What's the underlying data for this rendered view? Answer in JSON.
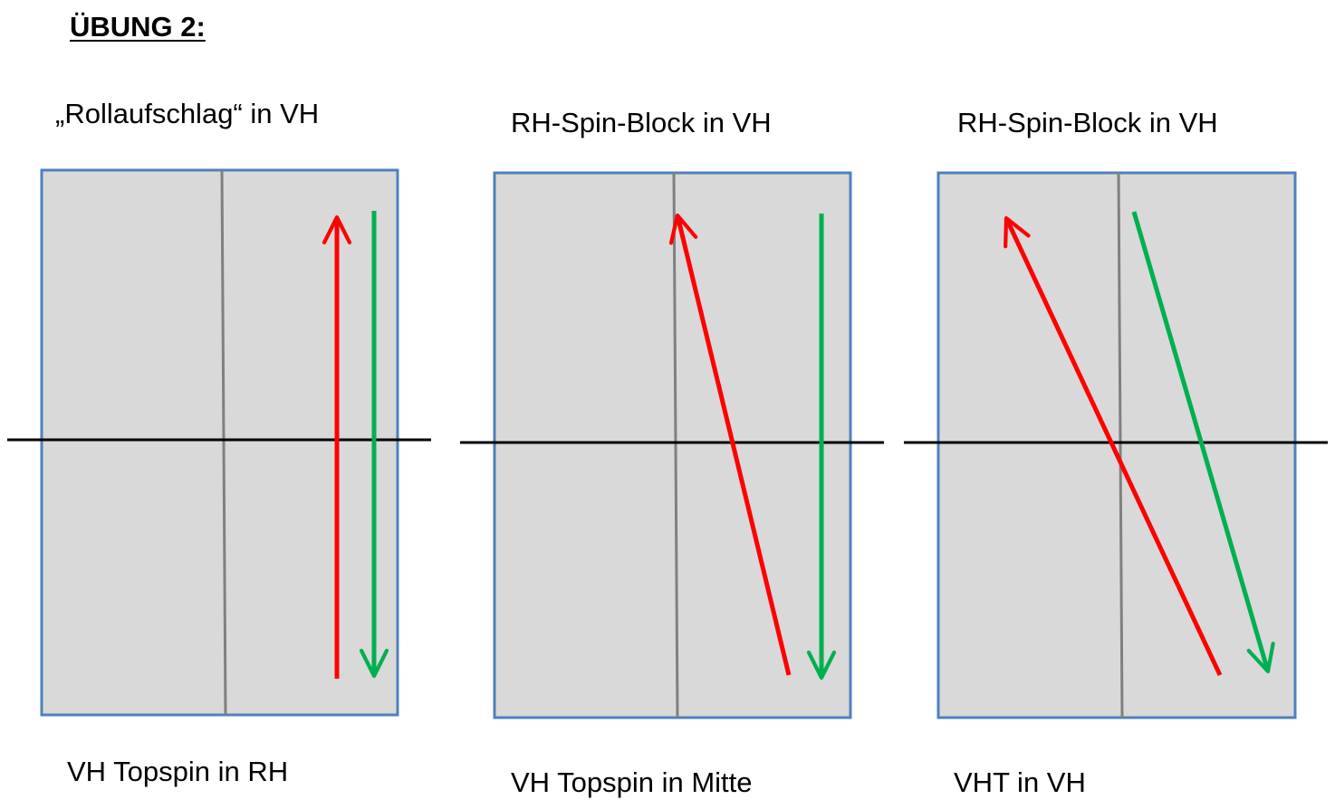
{
  "heading": "ÜBUNG 2:",
  "colors": {
    "table_fill": "#d9d9d9",
    "table_border": "#4f81bd",
    "center_line": "#808080",
    "net": "#000000",
    "arrow_red": "#ff0000",
    "arrow_green": "#00b050"
  },
  "panels": [
    {
      "top_label": "„Rollaufschlag“ in VH",
      "bottom_label": "VH Topspin in RH"
    },
    {
      "top_label": "RH-Spin-Block in VH",
      "bottom_label": "VH Topspin in Mitte"
    },
    {
      "top_label": "RH-Spin-Block in VH",
      "bottom_label": "VHT in VH"
    }
  ]
}
